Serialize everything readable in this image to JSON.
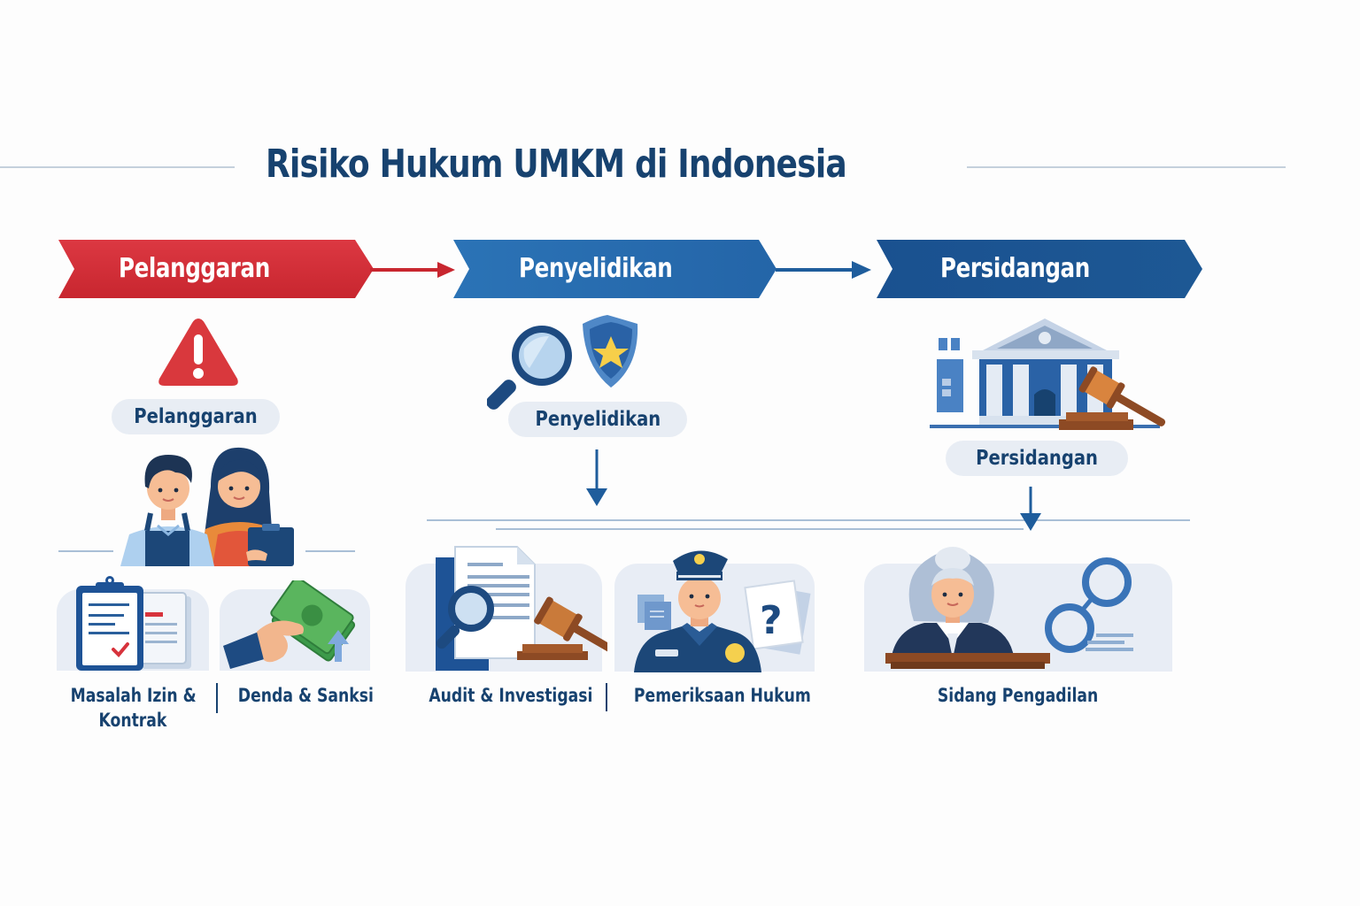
{
  "title": "Risiko Hukum UMKM di Indonesia",
  "colors": {
    "title": "#17426f",
    "stage1": "#d42f3a",
    "stage2": "#2a6db0",
    "stage3": "#1b5390",
    "pill_bg": "#e8edf4",
    "card_bg": "#e8edf5",
    "divider": "#c5d0dc"
  },
  "stages": [
    {
      "label": "Pelanggaran",
      "pill": "Pelanggaran",
      "icon": "warning-triangle-icon",
      "illustration": "business-owners-illustration",
      "items": [
        {
          "label_line1": "Masalah Izin &",
          "label_line2": "Kontrak",
          "icon": "clipboard-documents-icon"
        },
        {
          "label_line1": "Denda & Sanksi",
          "icon": "hand-money-icon"
        }
      ]
    },
    {
      "label": "Penyelidikan",
      "pill": "Penyelidikan",
      "icon": "magnifier-shield-icon",
      "items": [
        {
          "label_line1": "Audit & Investigasi",
          "icon": "document-magnifier-gavel-icon"
        },
        {
          "label_line1": "Pemeriksaan Hukum",
          "icon": "police-officer-question-icon"
        }
      ]
    },
    {
      "label": "Persidangan",
      "pill": "Persidangan",
      "icon": "courthouse-gavel-icon",
      "items": [
        {
          "label_line1": "Sidang Pengadilan",
          "icon": "judge-handcuffs-icon"
        }
      ]
    }
  ]
}
